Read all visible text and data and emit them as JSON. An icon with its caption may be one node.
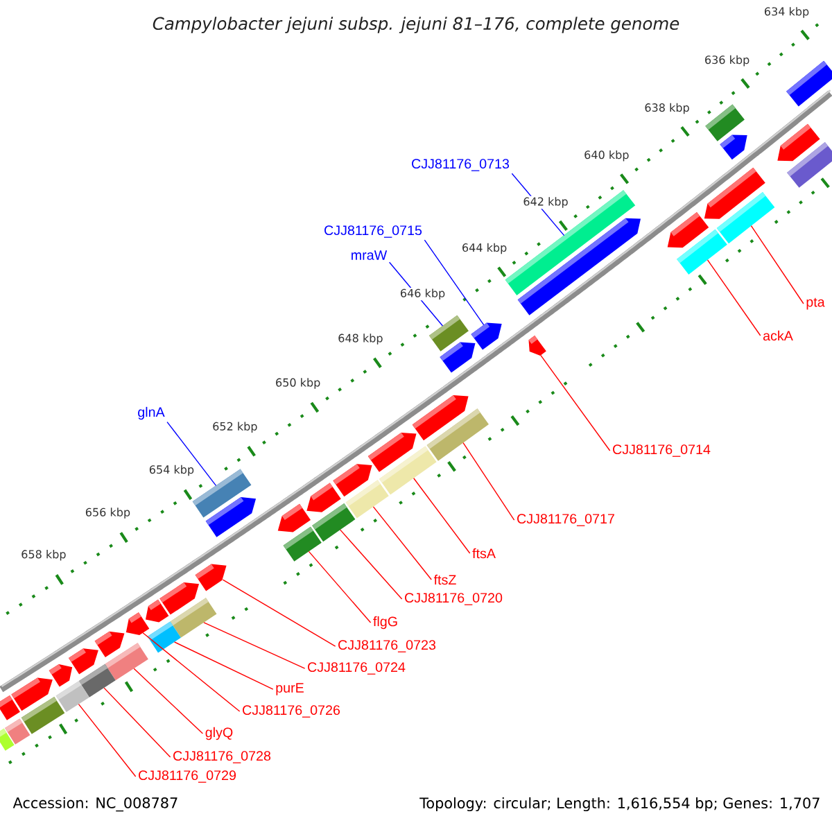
{
  "diagram": {
    "title": "Campylobacter jejuni subsp. jejuni 81–176, complete genome",
    "nodes": [
      {
        "text": [
          "CJJ81176_0713"
        ]
      },
      {
        "text": [
          "CJJ81176_0715"
        ]
      },
      {
        "text": [
          "mraW"
        ]
      },
      {
        "text": [
          "glnA"
        ]
      },
      {
        "text": [
          "pta"
        ]
      },
      {
        "text": [
          "ackA"
        ]
      },
      {
        "text": [
          "CJJ81176_0714"
        ]
      },
      {
        "text": [
          "CJJ81176_0717"
        ]
      },
      {
        "text": [
          "ftsA"
        ]
      },
      {
        "text": [
          "ftsZ"
        ]
      },
      {
        "text": [
          "CJJ81176_0720"
        ]
      },
      {
        "text": [
          "flgG"
        ]
      },
      {
        "text": [
          "CJJ81176_0723"
        ]
      },
      {
        "text": [
          "CJJ81176_0724"
        ]
      },
      {
        "text": [
          "purE"
        ]
      },
      {
        "text": [
          "CJJ81176_0726"
        ]
      },
      {
        "text": [
          "glyQ"
        ]
      },
      {
        "text": [
          "CJJ81176_0728"
        ]
      },
      {
        "text": [
          "CJJ81176_0729"
        ]
      },
      {
        "text": [],
        "shape": "box"
      },
      {
        "text": [],
        "shape": "box"
      },
      {
        "text": [],
        "shape": "arrow"
      },
      {
        "text": [],
        "shape": "box"
      },
      {
        "text": [],
        "shape": "arrow"
      },
      {
        "text": [],
        "shape": "arrow"
      },
      {
        "text": [],
        "shape": "box"
      },
      {
        "text": [],
        "shape": "box"
      },
      {
        "text": [],
        "shape": "arrow"
      },
      {
        "text": [],
        "shape": "box"
      },
      {
        "text": [],
        "shape": "arrow"
      },
      {
        "text": [],
        "shape": "arrow"
      },
      {
        "text": [],
        "shape": "arrow"
      },
      {
        "text": [],
        "shape": "box"
      },
      {
        "text": [],
        "shape": "arrow"
      },
      {
        "text": [],
        "shape": "arrow"
      },
      {
        "text": [],
        "shape": "box"
      },
      {
        "text": [],
        "shape": "arrow"
      },
      {
        "text": [],
        "shape": "box"
      },
      {
        "text": [],
        "shape": "arrow"
      },
      {
        "text": [],
        "shape": "box"
      },
      {
        "text": [],
        "shape": "arrow"
      },
      {
        "text": [],
        "shape": "box"
      },
      {
        "text": [],
        "shape": "arrow"
      },
      {
        "text": [],
        "shape": "box"
      },
      {
        "text": [],
        "shape": "box"
      },
      {
        "text": [],
        "shape": "arrow"
      },
      {
        "text": [],
        "shape": "arrow"
      },
      {
        "text": [],
        "shape": "arrow"
      },
      {
        "text": [],
        "shape": "box"
      },
      {
        "text": [],
        "shape": "arrow"
      },
      {
        "text": [],
        "shape": "box"
      },
      {
        "text": [],
        "shape": "arrow"
      },
      {
        "text": [],
        "shape": "box"
      },
      {
        "text": [],
        "shape": "arrow"
      },
      {
        "text": [],
        "shape": "arrow"
      },
      {
        "text": [],
        "shape": "box"
      },
      {
        "text": [],
        "shape": "arrow"
      },
      {
        "text": [],
        "shape": "box"
      },
      {
        "text": [],
        "shape": "arrow"
      },
      {
        "text": [],
        "shape": "box"
      },
      {
        "text": [],
        "shape": "box"
      },
      {
        "text": [],
        "shape": "box"
      },
      {
        "text": [],
        "shape": "box"
      }
    ],
    "edges": [
      {
        "from": 0,
        "to": 28,
        "arrow": "none",
        "color": "#0000ff"
      },
      {
        "from": 1,
        "to": 31,
        "arrow": "none",
        "color": "#0000ff"
      },
      {
        "from": 2,
        "to": 32,
        "arrow": "none",
        "color": "#0000ff"
      },
      {
        "from": 3,
        "to": 44,
        "arrow": "none",
        "color": "#0000ff"
      },
      {
        "from": 4,
        "to": 25,
        "arrow": "none"
      },
      {
        "from": 5,
        "to": 26,
        "arrow": "none"
      },
      {
        "from": 6,
        "to": 30,
        "arrow": "none"
      },
      {
        "from": 7,
        "to": 35,
        "arrow": "none"
      },
      {
        "from": 8,
        "to": 37,
        "arrow": "none"
      },
      {
        "from": 9,
        "to": 39,
        "arrow": "none"
      },
      {
        "from": 10,
        "to": 41,
        "arrow": "none"
      },
      {
        "from": 11,
        "to": 43,
        "arrow": "none"
      },
      {
        "from": 12,
        "to": 46,
        "arrow": "none"
      },
      {
        "from": 13,
        "to": 48,
        "arrow": "none"
      },
      {
        "from": 14,
        "to": 50,
        "arrow": "none"
      },
      {
        "from": 15,
        "to": 51,
        "arrow": "none"
      },
      {
        "from": 16,
        "to": 52,
        "arrow": "none"
      },
      {
        "from": 17,
        "to": 55,
        "arrow": "none"
      },
      {
        "from": 18,
        "to": 57,
        "arrow": "none"
      }
    ],
    "labels": [
      "634 kbp",
      "636 kbp",
      "638 kbp",
      "640 kbp",
      "642 kbp",
      "644 kbp",
      "646 kbp",
      "648 kbp",
      "650 kbp",
      "652 kbp",
      "654 kbp",
      "656 kbp",
      "658 kbp",
      "Accession: NC_008787",
      "Topology: circular; Length: 1,616,554 bp; Genes: 1,707"
    ]
  }
}
